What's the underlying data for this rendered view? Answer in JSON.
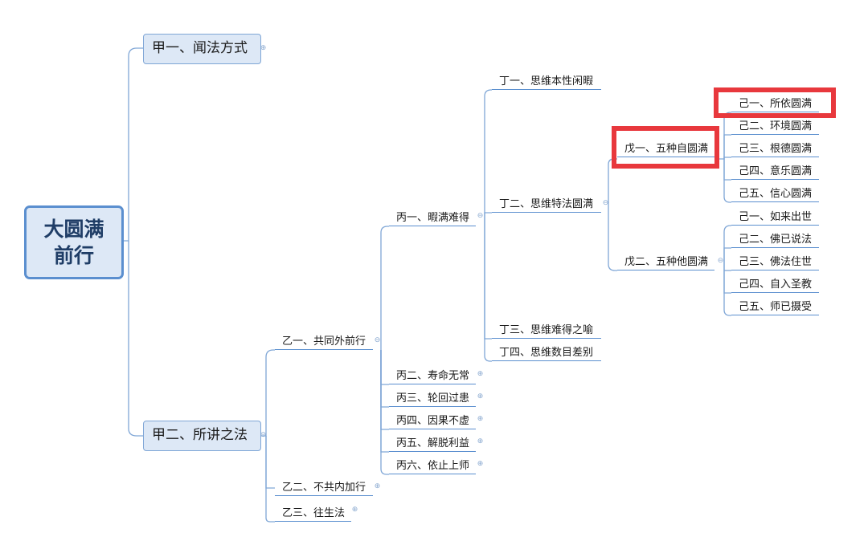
{
  "root": {
    "line1": "大圆满",
    "line2": "前行"
  },
  "jia1": "甲一、闻法方式",
  "jia2": "甲二、所讲之法",
  "yi1": "乙一、共同外前行",
  "yi2": "乙二、不共内加行",
  "yi3": "乙三、往生法",
  "bing1": "丙一、暇满难得",
  "bing2": "丙二、寿命无常",
  "bing3": "丙三、轮回过患",
  "bing4": "丙四、因果不虚",
  "bing5": "丙五、解脱利益",
  "bing6": "丙六、依止上师",
  "ding1": "丁一、思维本性闲暇",
  "ding2": "丁二、思维特法圆满",
  "ding3": "丁三、思维难得之喻",
  "ding4": "丁四、思维数目差别",
  "wu1": "戊一、五种自圆满",
  "wu2": "戊二、五种他圆满",
  "ji_self": [
    "己一、所依圆满",
    "己二、环境圆满",
    "己三、根德圆满",
    "己四、意乐圆满",
    "己五、信心圆满"
  ],
  "ji_other": [
    "己一、如来出世",
    "己二、佛已说法",
    "己三、佛法住世",
    "己四、自入圣教",
    "己五、师已摄受"
  ],
  "colors": {
    "line": "#5b8fcf",
    "node_fill": "#dde8f6",
    "highlight": "#e8383d"
  }
}
